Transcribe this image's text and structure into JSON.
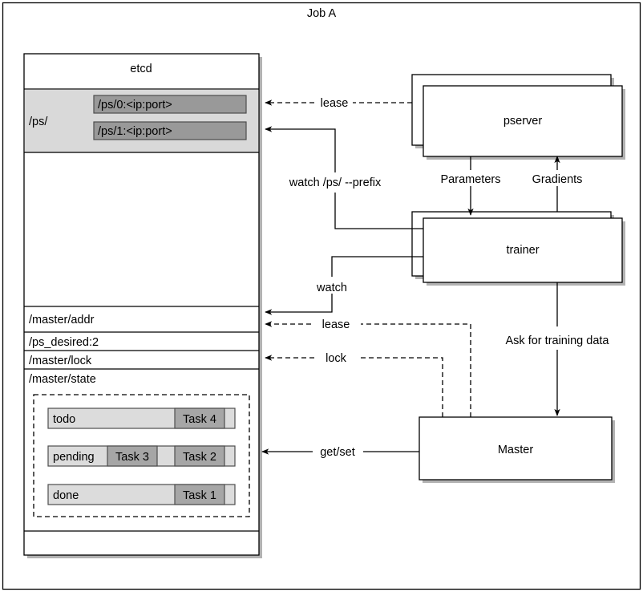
{
  "title": "Job A",
  "etcd": {
    "header": "etcd",
    "ps_group_label": "/ps/",
    "ps_entries": [
      {
        "label": "/ps/0:<ip:port>"
      },
      {
        "label": "/ps/1:<ip:port>"
      }
    ],
    "rows": [
      {
        "label": "/master/addr"
      },
      {
        "label": "/ps_desired:2"
      },
      {
        "label": "/master/lock"
      },
      {
        "label": "/master/state"
      }
    ],
    "queues": [
      {
        "name": "todo",
        "tasks": [
          "Task 4"
        ]
      },
      {
        "name": "pending",
        "tasks": [
          "Task 3",
          "Task 2"
        ]
      },
      {
        "name": "done",
        "tasks": [
          "Task 1"
        ]
      }
    ]
  },
  "nodes": {
    "pserver": "pserver",
    "trainer": "trainer",
    "master": "Master"
  },
  "edges": {
    "lease_pserver": "lease",
    "watch_ps_prefix": "watch /ps/ --prefix",
    "watch": "watch",
    "parameters": "Parameters",
    "gradients": "Gradients",
    "lease_master": "lease",
    "lock": "lock",
    "ask_for_training_data": "Ask for training data",
    "get_set": "get/set"
  },
  "colors": {
    "band_gray": "#d9d9d9",
    "chip_dark": "#999999",
    "chip_light": "#dcdcdc",
    "chip_task": "#a6a6a6",
    "stroke": "#000000",
    "background": "#ffffff"
  }
}
